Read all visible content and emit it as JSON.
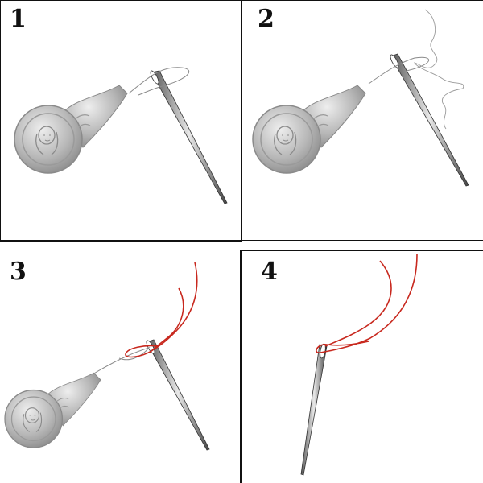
{
  "steps": [
    {
      "number": "1"
    },
    {
      "number": "2"
    },
    {
      "number": "3"
    },
    {
      "number": "4"
    }
  ],
  "colors": {
    "thread_red": "#c8281e",
    "wire_gray": "#8a8a8a",
    "metal_light": "#d9d9d9",
    "metal_dark": "#7a7a7a"
  },
  "icons": [
    "needle-threader-icon",
    "needle-icon",
    "thread-icon"
  ]
}
